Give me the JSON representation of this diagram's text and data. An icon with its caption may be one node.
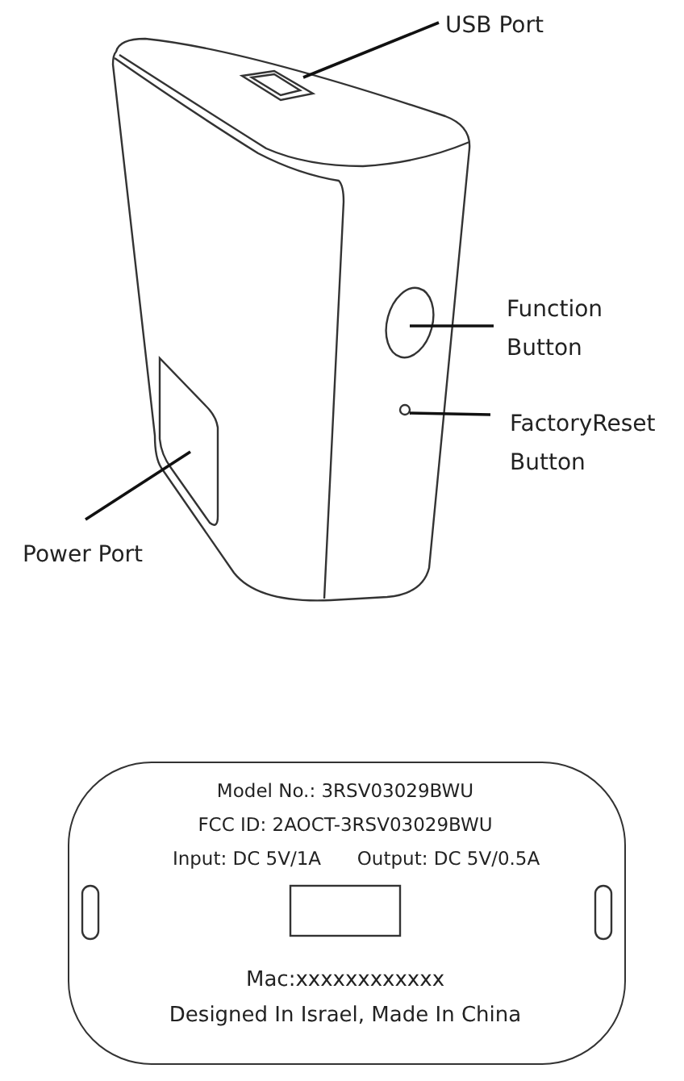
{
  "diagram": {
    "nodes": [
      {
        "text": [
          "USB Port"
        ]
      },
      {
        "text": [],
        "shape": "box"
      },
      {
        "text": [
          "Function Button"
        ]
      },
      {
        "text": [],
        "shape": "circle"
      },
      {
        "text": [
          "FactoryReset Button"
        ]
      },
      {
        "text": [],
        "shape": "circle"
      },
      {
        "text": [
          "Power Port"
        ]
      },
      {
        "text": [],
        "shape": "box"
      },
      {
        "text": [
          "Model No.: 3RSV03029BWU",
          "FCC  ID: 2AOCT-3RSV03029BWU",
          "Input: DC 5V/1A",
          "Output: DC 5V/0.5A",
          "Mac:xxxxxxxxxxxx",
          "Designed In Israel, Made In China"
        ]
      }
    ],
    "edges": [
      {
        "from": 0,
        "to": 1,
        "arrow": "none"
      },
      {
        "from": 2,
        "to": 3,
        "arrow": "none"
      },
      {
        "from": 4,
        "to": 5,
        "arrow": "none"
      },
      {
        "from": 6,
        "to": 7,
        "arrow": "none"
      }
    ]
  }
}
